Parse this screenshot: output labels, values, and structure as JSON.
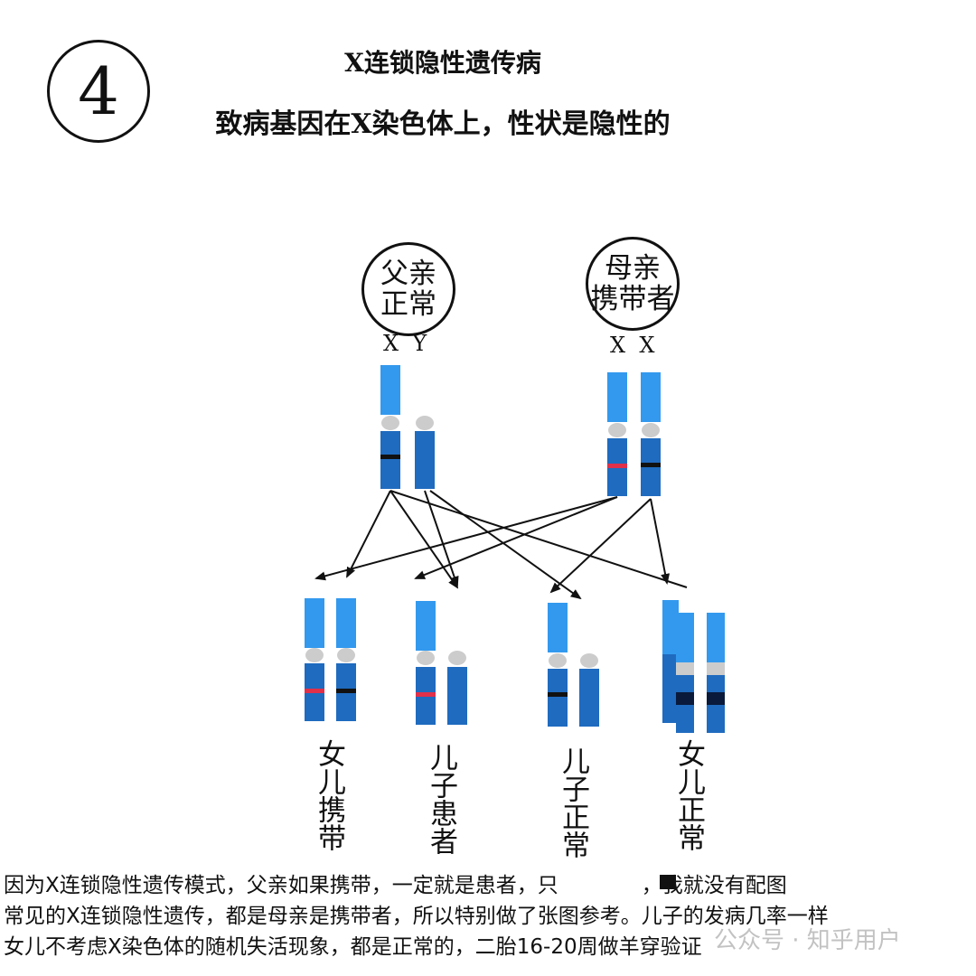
{
  "header": {
    "number": "4",
    "title": "X连锁隐性遗传病",
    "subtitle": "致病基因在X染色体上，性状是隐性的"
  },
  "parents": {
    "father": {
      "line1": "父亲",
      "line2": "正常",
      "genotype": "X  Y"
    },
    "mother": {
      "line1": "母亲",
      "line2": "携带者",
      "genotype": "X  X"
    }
  },
  "offspring": [
    {
      "label": "女儿携带"
    },
    {
      "label": "儿子患者"
    },
    {
      "label": "儿子正常"
    },
    {
      "label": "女儿正常"
    }
  ],
  "footer": {
    "line1": "因为X连锁隐性遗传模式，父亲如果携带，一定就是患者，只",
    "line1_tail": "，我就没有配图",
    "line2": "常见的X连锁隐性遗传，都是母亲是携带者，所以特别做了张图参考。儿子的发病几率一样",
    "line3": "女儿不考虑X染色体的随机失活现象，都是正常的，二胎16-20周做羊穿验证"
  },
  "watermark": "公众号 · 知乎用户",
  "colors": {
    "arm_light": "#3399ee",
    "arm_dark": "#1f6bbf",
    "centromere": "#cccccc",
    "mutant_band": "#e0304a",
    "normal_band": "#111111"
  }
}
